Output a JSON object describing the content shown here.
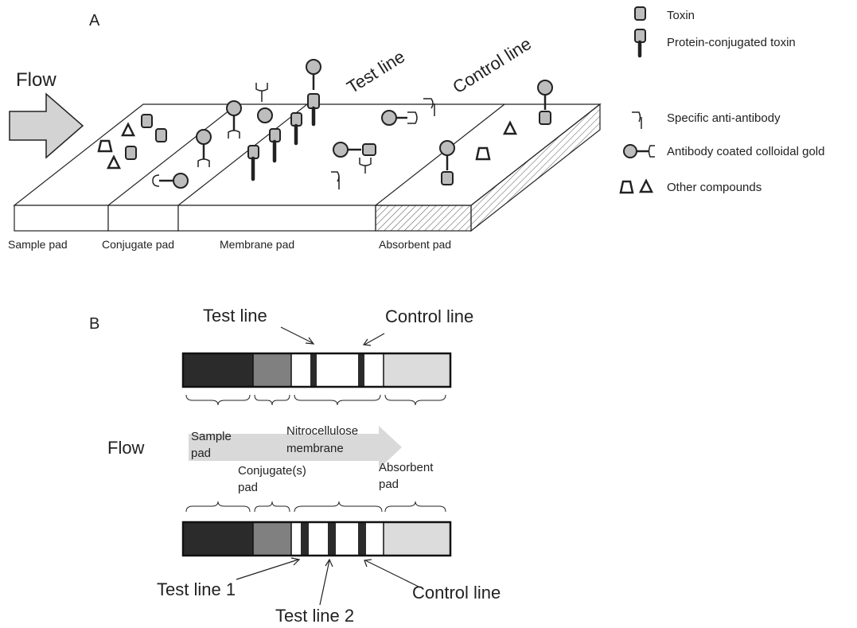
{
  "panel_a": {
    "letter": "A",
    "flow_label": "Flow",
    "line_labels": {
      "test": "Test line",
      "control": "Control line"
    },
    "pads": {
      "sample": "Sample pad",
      "conjugate": "Conjugate pad",
      "membrane": "Membrane pad",
      "absorbent": "Absorbent pad"
    },
    "legend": [
      {
        "icon": "toxin-icon",
        "label": "Toxin"
      },
      {
        "icon": "protein-conjugated-toxin-icon",
        "label": "Protein-conjugated toxin"
      },
      {
        "icon": "anti-antibody-icon",
        "label": "Specific anti-antibody"
      },
      {
        "icon": "gold-antibody-icon",
        "label": "Antibody coated colloidal gold"
      },
      {
        "icon": "other-compounds-icon",
        "label": "Other  compounds"
      }
    ]
  },
  "panel_b": {
    "letter": "B",
    "flow_label": "Flow",
    "top_callouts": {
      "test": "Test line",
      "control": "Control line"
    },
    "segments": {
      "sample": [
        "Sample",
        "pad"
      ],
      "nitro": [
        "Nitrocellulose",
        "membrane"
      ],
      "conjugate": [
        "Conjugate(s)",
        "pad"
      ],
      "absorbent": [
        "Absorbent",
        "pad"
      ]
    },
    "bottom_callouts": {
      "test1": "Test line 1",
      "test2": "Test line 2",
      "control": "Control line"
    },
    "colors": {
      "sample": "#2b2b2b",
      "conjugate": "#808080",
      "absorbent": "#dcdcdc",
      "flow_arrow": "#d9d9d9"
    }
  }
}
